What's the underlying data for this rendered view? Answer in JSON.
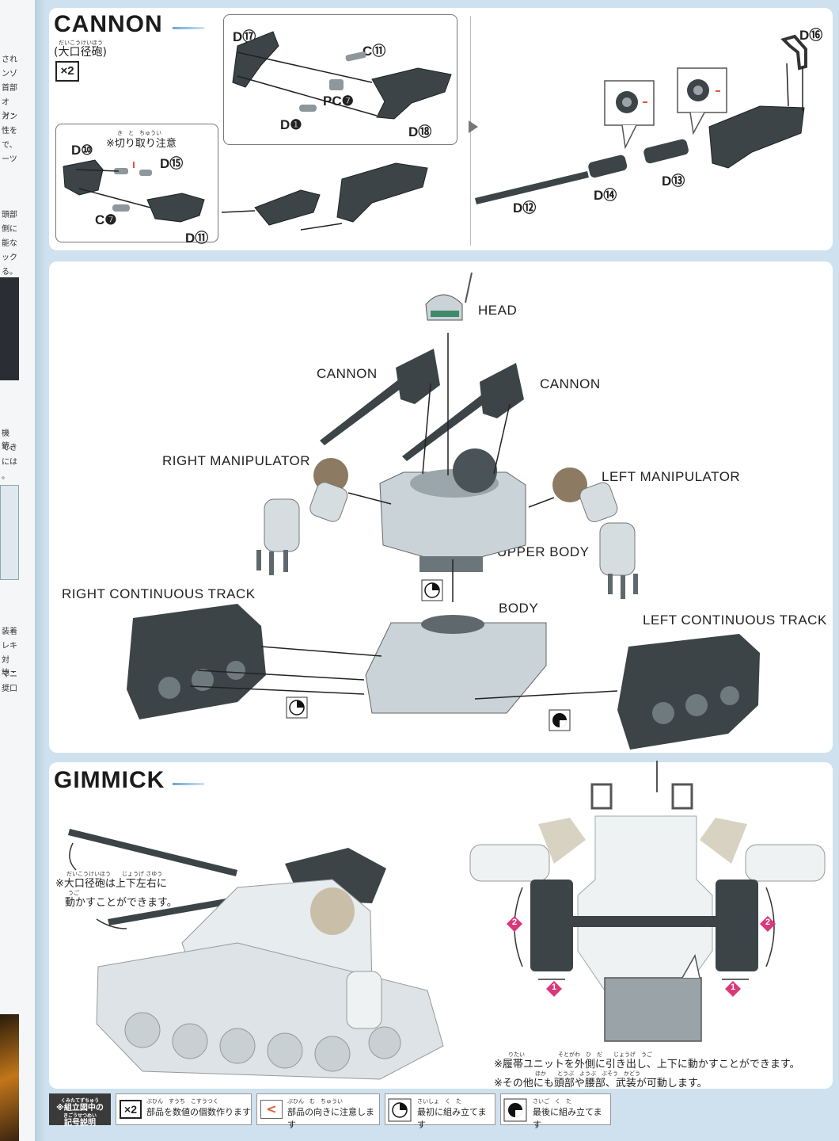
{
  "left_strip": {
    "chars": [
      "され",
      "ンゾ",
      "首部",
      "オン・",
      "ガン",
      "性を",
      "で、",
      "ーツ",
      "頭部",
      "側に",
      "能な",
      "ック",
      "る。",
      "機銃。",
      "でき",
      "には",
      "。",
      "装着",
      "レキ",
      "対地・",
      "マニ",
      "奨口"
    ]
  },
  "cannon": {
    "title": "CANNON",
    "subtitle_ruby": "だいこうけいほう",
    "subtitle": "(大口径砲)",
    "multiplier": "×2",
    "callout_note_ruby": "き　と　ちゅうい",
    "callout_note": "※切り取り注意",
    "parts": {
      "d10": "D⑩",
      "d15": "D⑮",
      "c7": "C❼",
      "d11": "D⑪",
      "d17": "D⑰",
      "c11": "C⑪",
      "pc7": "PC❼",
      "d1": "D❶",
      "d18": "D⑱",
      "d16": "D⑯",
      "d12": "D⑫",
      "d14": "D⑭",
      "d13": "D⑬"
    }
  },
  "assembly": {
    "labels": {
      "head": "HEAD",
      "cannon_left": "CANNON",
      "cannon_right": "CANNON",
      "right_manipulator": "RIGHT MANIPULATOR",
      "left_manipulator": "LEFT MANIPULATOR",
      "upper_body": "UPPER BODY",
      "body": "BODY",
      "right_track": "RIGHT CONTINUOUS TRACK",
      "left_track": "LEFT CONTINUOUS TRACK"
    }
  },
  "gimmick": {
    "title": "GIMMICK",
    "note1_ruby": "だいこうけいほう　　じょうげ さゆう",
    "note1_line1": "※大口径砲は上下左右に",
    "note1_ruby2": "うご",
    "note1_line2": "動かすことができます。",
    "note2_ruby": "りたい　　　　　　そとがわ　ひ　だ　　じょうげ　うご",
    "note2": "※履帯ユニットを外側に引き出し、上下に動かすことができます。",
    "note3_ruby": "ほか　　とうぶ　ようぶ　ぶそう　かどう",
    "note3": "※その他にも頭部や腰部、武装が可動します。",
    "badge1": "1",
    "badge2": "2"
  },
  "legend": {
    "header_ruby": "くみたてずちゅう",
    "header_line1": "※組立図中の",
    "header_ruby2": "きごうせつめい",
    "header_line2": "記号説明",
    "items": [
      {
        "symbol": "×2",
        "text": "部品を数値の個数作ります",
        "ruby": "ぶひん　すうち　こすうつく"
      },
      {
        "symbol": "<",
        "text": "部品の向きに注意します",
        "ruby": "ぶひん　む　ちゅうい"
      },
      {
        "symbol": "circle-first-icon",
        "text": "最初に組み立てます",
        "ruby": "さいしょ　く　た"
      },
      {
        "symbol": "circle-last-icon",
        "text": "最後に組み立てます",
        "ruby": "さいご　く　た"
      }
    ]
  },
  "colors": {
    "background": "#cfe1ee",
    "panel": "#ffffff",
    "part_dark": "#3c4448",
    "part_light": "#b9c6cd",
    "badge": "#d9387a"
  }
}
